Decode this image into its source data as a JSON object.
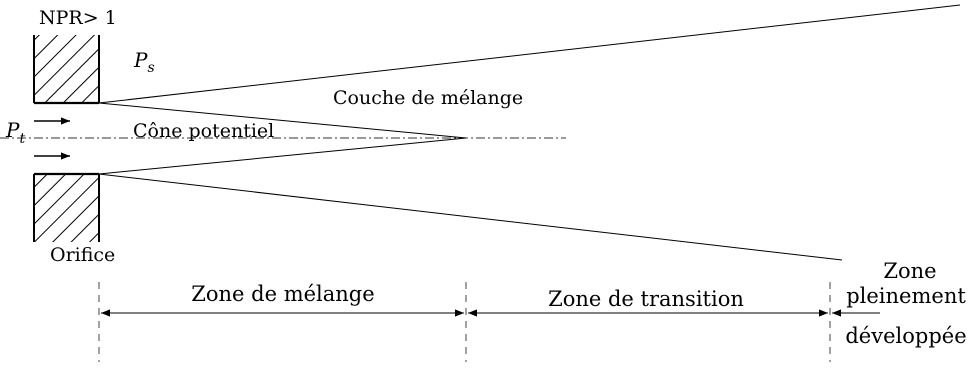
{
  "labels": {
    "npr": "NPR> 1",
    "ps_main": "P",
    "ps_sub": "s",
    "pt_main": "P",
    "pt_sub": "t",
    "couche": "Couche de mélange",
    "cone": "Cône potentiel",
    "orifice": "Orifice"
  },
  "zones": {
    "melange": "Zone de mélange",
    "transition": "Zone de transition",
    "developpee_line1": "Zone",
    "developpee_line2": "pleinement",
    "developpee_line3": "développée"
  },
  "colors": {
    "ink": "#000000",
    "axis": "#333333"
  }
}
